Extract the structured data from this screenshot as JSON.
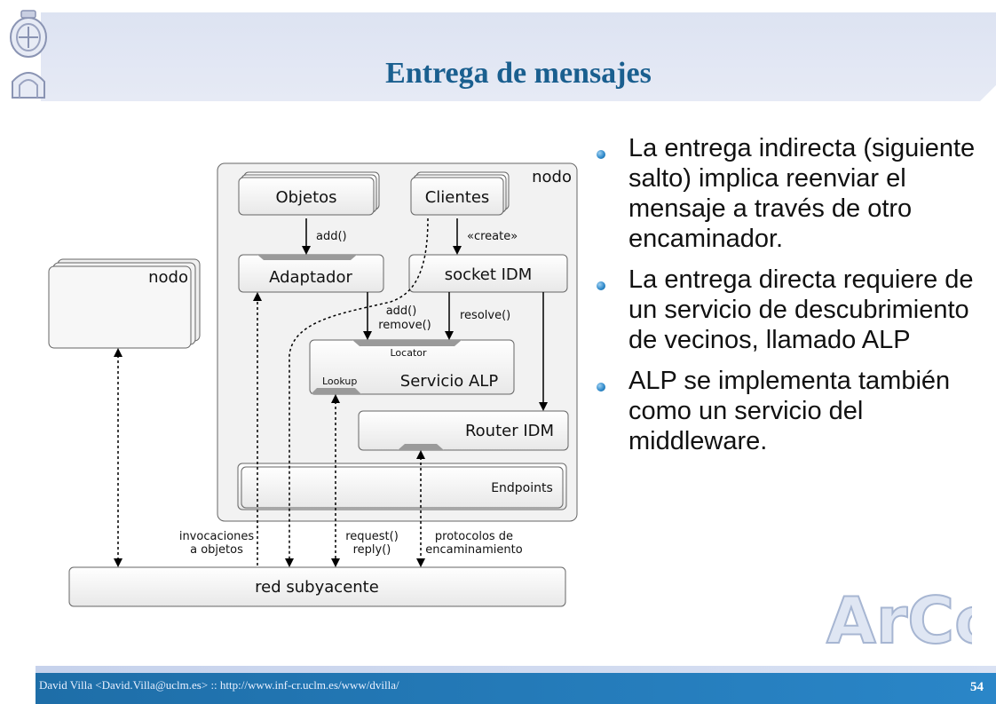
{
  "slide": {
    "title": "Entrega de mensajes",
    "page_number": "54",
    "footer": "David Villa <David.Villa@uclm.es> :: http://www.inf-cr.uclm.es/www/dvilla/",
    "logo_text": "ArCo"
  },
  "bullets": [
    "La entrega indirecta (siguiente salto) implica reenviar el mensaje a través de otro encaminador.",
    "La entrega directa requiere de un servicio de descubrimiento de vecinos, llamado ALP",
    "ALP se implementa también como un servicio del middleware."
  ],
  "diagram": {
    "nodo_left": "nodo",
    "nodo_main": "nodo",
    "objetos": "Objetos",
    "clientes": "Clientes",
    "adaptador": "Adaptador",
    "socket_idm": "socket IDM",
    "servicio_alp": "Servicio ALP",
    "locator": "Locator",
    "lookup": "Lookup",
    "router_idm": "Router IDM",
    "endpoints": "Endpoints",
    "red": "red subyacente",
    "add": "add()",
    "create": "«create»",
    "add_remove_1": "add()",
    "add_remove_2": "remove()",
    "resolve": "resolve()",
    "invocaciones_1": "invocaciones",
    "invocaciones_2": "a objetos",
    "request_1": "request()",
    "request_2": "reply()",
    "protocolos_1": "protocolos de",
    "protocolos_2": "encaminamiento"
  }
}
